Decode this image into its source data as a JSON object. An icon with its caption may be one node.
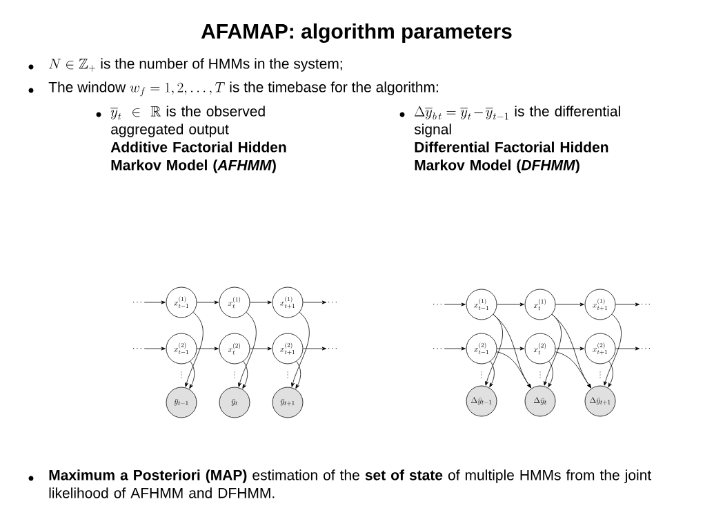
{
  "diagram": {
    "title": "AFAMAP: algorithm parameters",
    "nodes": [
      {
        "text": [
          "\\cdots"
        ]
      },
      {
        "text": [
          "x_{t-1}^{(1)}"
        ]
      },
      {
        "text": [
          "x_{t}^{(1)}"
        ]
      },
      {
        "text": [
          "x_{t+1}^{(1)}"
        ]
      },
      {
        "text": [
          "\\cdots"
        ]
      },
      {
        "text": [
          "\\cdots"
        ]
      },
      {
        "text": [
          "x_{t-1}^{(2)}"
        ]
      },
      {
        "text": [
          "x_{t}^{(2)}"
        ]
      },
      {
        "text": [
          "x_{t+1}^{(2)}"
        ]
      },
      {
        "text": [
          "\\cdots"
        ]
      },
      {
        "text": [
          "\\bar{y}_{t-1}"
        ]
      },
      {
        "text": [
          "\\bar{y}_{t}"
        ]
      },
      {
        "text": [
          "\\bar{y}_{t+1}"
        ]
      },
      {
        "text": [
          "\\cdots"
        ]
      },
      {
        "text": [
          "x_{t-1}^{(1)}"
        ]
      },
      {
        "text": [
          "x_{t}^{(1)}"
        ]
      },
      {
        "text": [
          "x_{t+1}^{(1)}"
        ]
      },
      {
        "text": [
          "\\cdots"
        ]
      },
      {
        "text": [
          "\\cdots"
        ]
      },
      {
        "text": [
          "x_{t-1}^{(2)}"
        ]
      },
      {
        "text": [
          "x_{t}^{(2)}"
        ]
      },
      {
        "text": [
          "x_{t+1}^{(2)}"
        ]
      },
      {
        "text": [
          "\\cdots"
        ]
      },
      {
        "text": [
          "\\Delta\\bar{y}_{t-1}"
        ]
      },
      {
        "text": [
          "\\Delta\\bar{y}_{t}"
        ]
      },
      {
        "text": [
          "\\Delta\\bar{y}_{t+1}"
        ]
      }
    ],
    "edges": [
      {
        "from": 0,
        "to": 1,
        "arrow": "to"
      },
      {
        "from": 1,
        "to": 2,
        "arrow": "to"
      },
      {
        "from": 2,
        "to": 3,
        "arrow": "to"
      },
      {
        "from": 3,
        "to": 4,
        "arrow": "to"
      },
      {
        "from": 5,
        "to": 6,
        "arrow": "to"
      },
      {
        "from": 6,
        "to": 7,
        "arrow": "to"
      },
      {
        "from": 7,
        "to": 8,
        "arrow": "to"
      },
      {
        "from": 8,
        "to": 9,
        "arrow": "to"
      },
      {
        "from": 1,
        "to": 10,
        "arrow": "to"
      },
      {
        "from": 2,
        "to": 11,
        "arrow": "to"
      },
      {
        "from": 3,
        "to": 12,
        "arrow": "to"
      },
      {
        "from": 6,
        "to": 10,
        "arrow": "to"
      },
      {
        "from": 7,
        "to": 11,
        "arrow": "to"
      },
      {
        "from": 8,
        "to": 12,
        "arrow": "to"
      },
      {
        "from": 13,
        "to": 14,
        "arrow": "to"
      },
      {
        "from": 14,
        "to": 15,
        "arrow": "to"
      },
      {
        "from": 15,
        "to": 16,
        "arrow": "to"
      },
      {
        "from": 16,
        "to": 17,
        "arrow": "to"
      },
      {
        "from": 18,
        "to": 19,
        "arrow": "to"
      },
      {
        "from": 19,
        "to": 20,
        "arrow": "to"
      },
      {
        "from": 20,
        "to": 21,
        "arrow": "to"
      },
      {
        "from": 21,
        "to": 22,
        "arrow": "to"
      },
      {
        "from": 14,
        "to": 23,
        "arrow": "to"
      },
      {
        "from": 15,
        "to": 24,
        "arrow": "to"
      },
      {
        "from": 16,
        "to": 25,
        "arrow": "to"
      },
      {
        "from": 19,
        "to": 23,
        "arrow": "to"
      },
      {
        "from": 20,
        "to": 24,
        "arrow": "to"
      },
      {
        "from": 21,
        "to": 25,
        "arrow": "to"
      },
      {
        "from": 14,
        "to": 24,
        "arrow": "to"
      },
      {
        "from": 19,
        "to": 24,
        "arrow": "to"
      },
      {
        "from": 15,
        "to": 25,
        "arrow": "to"
      },
      {
        "from": 20,
        "to": 25,
        "arrow": "to"
      }
    ],
    "labels": [
      "N \\in \\mathbb{Z}_+",
      "is the number of HMMs in the system;",
      "The window",
      "w_f = 1, 2, \\ldots, T",
      "is the timebase for the algorithm:",
      "\\overline{y}_t \\in \\mathbb{R}",
      "is the observed aggregated output",
      "Additive Factorial Hidden Markov Model (*AFHMM*)",
      "\\Delta\\overline{y}_{b\\,t} = \\overline{y}_t - \\overline{y}_{t-1}",
      "is the differential signal",
      "Differential Factorial Hidden Markov Model (*DFHMM*)",
      "\\vdots",
      "\\vdots",
      "\\vdots",
      "\\vdots",
      "\\vdots",
      "\\vdots",
      "**Maximum a Posteriori (MAP)** estimation of the **set of state** of multiple HMMs from the joint likelihood of AFHMM and DFHMM."
    ]
  }
}
